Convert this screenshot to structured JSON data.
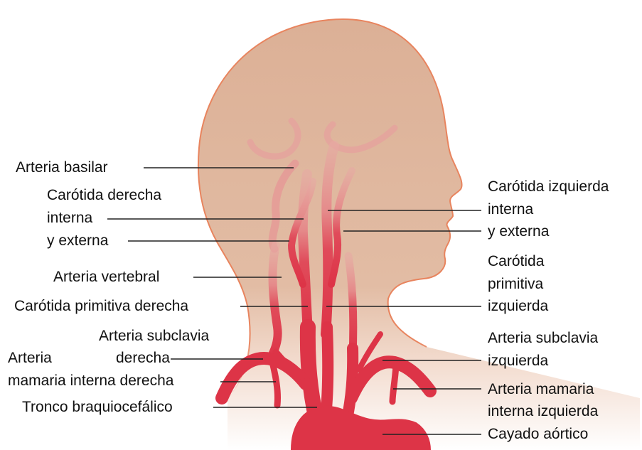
{
  "colors": {
    "skin": "#dfb59a",
    "skin_outline": "#e8845e",
    "artery": "#e03a4c",
    "artery_light": "#e9a2a0",
    "leader": "#222222",
    "text": "#111111"
  },
  "labels": {
    "basilar": "Arteria basilar",
    "carotida_derecha_l1": "Carótida derecha",
    "carotida_derecha_l2": "interna",
    "carotida_derecha_l3": "y externa",
    "vertebral": "Arteria vertebral",
    "primitiva_derecha": "Carótida primitiva derecha",
    "subclavia_derecha_l1": "Arteria subclavia",
    "subclavia_derecha_l2": "derecha",
    "mamaria_derecha_l1": "Arteria",
    "mamaria_derecha_l2": "mamaria interna derecha",
    "tronco": "Tronco braquiocefálico",
    "carotida_izquierda_l1": "Carótida izquierda",
    "carotida_izquierda_l2": "interna",
    "carotida_izquierda_l3": "y externa",
    "primitiva_izquierda_l1": "Carótida",
    "primitiva_izquierda_l2": "primitiva",
    "primitiva_izquierda_l3": "izquierda",
    "subclavia_izquierda_l1": "Arteria subclavia",
    "subclavia_izquierda_l2": "izquierda",
    "mamaria_izquierda_l1": "Arteria mamaria",
    "mamaria_izquierda_l2": "interna izquierda",
    "cayado": "Cayado aórtico"
  }
}
